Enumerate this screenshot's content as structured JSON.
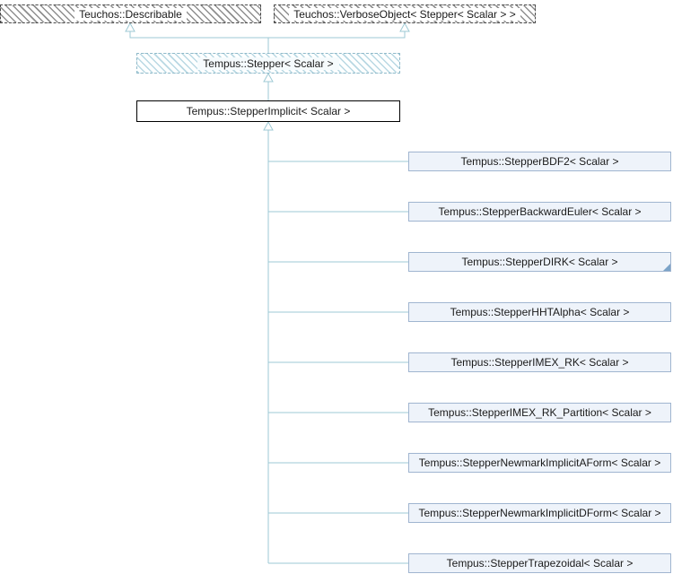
{
  "diagram": {
    "kind": "doxygen-inheritance-graph",
    "colors": {
      "line": "#9ec9d4",
      "hatch_gray": "#8f8f8f",
      "hatch_blue": "#b9d8e3",
      "stepper_border": "#8fb9c9",
      "derived_border": "#a0b5d0",
      "derived_fill": "#eef3fa",
      "current_border": "#000000",
      "text": "#1a1a1a"
    },
    "nodes": {
      "describable": {
        "label": "Teuchos::Describable"
      },
      "verbose_object": {
        "label": "Teuchos::VerboseObject< Stepper< Scalar > >"
      },
      "stepper": {
        "label": "Tempus::Stepper< Scalar >"
      },
      "stepper_implicit": {
        "label": "Tempus::StepperImplicit< Scalar >"
      },
      "derived": [
        {
          "label": "Tempus::StepperBDF2< Scalar >"
        },
        {
          "label": "Tempus::StepperBackwardEuler< Scalar >"
        },
        {
          "label": "Tempus::StepperDIRK< Scalar >",
          "has_hidden_subclasses": true
        },
        {
          "label": "Tempus::StepperHHTAlpha< Scalar >"
        },
        {
          "label": "Tempus::StepperIMEX_RK< Scalar >"
        },
        {
          "label": "Tempus::StepperIMEX_RK_Partition< Scalar >"
        },
        {
          "label": "Tempus::StepperNewmarkImplicitAForm< Scalar >"
        },
        {
          "label": "Tempus::StepperNewmarkImplicitDForm< Scalar >"
        },
        {
          "label": "Tempus::StepperTrapezoidal< Scalar >"
        }
      ]
    }
  }
}
